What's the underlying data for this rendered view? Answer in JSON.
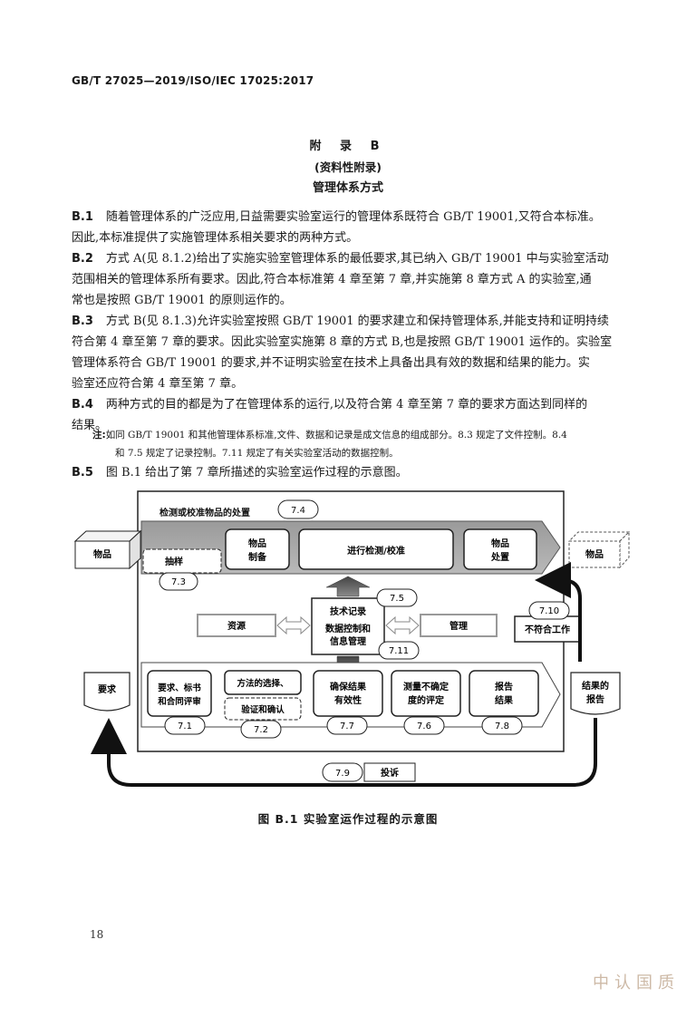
{
  "header": {
    "standard": "GB/T 27025—2019/ISO/IEC 17025:2017"
  },
  "appendix": {
    "title": "附 录 B",
    "subtitle": "(资料性附录)",
    "name": "管理体系方式"
  },
  "paragraphs": [
    {
      "num": "B.1",
      "lines": [
        "随着管理体系的广泛应用,日益需要实验室运行的管理体系既符合 GB/T 19001,又符合本标准。",
        "因此,本标准提供了实施管理体系相关要求的两种方式。"
      ]
    },
    {
      "num": "B.2",
      "lines": [
        "方式 A(见 8.1.2)给出了实施实验室管理体系的最低要求,其已纳入 GB/T 19001 中与实验室活动",
        "范围相关的管理体系所有要求。因此,符合本标准第 4 章至第 7 章,并实施第 8 章方式 A 的实验室,通",
        "常也是按照 GB/T 19001 的原则运作的。"
      ]
    },
    {
      "num": "B.3",
      "lines": [
        "方式 B(见 8.1.3)允许实验室按照 GB/T 19001 的要求建立和保持管理体系,并能支持和证明持续",
        "符合第 4 章至第 7 章的要求。因此实验室实施第 8 章的方式 B,也是按照 GB/T 19001 运作的。实验室",
        "管理体系符合 GB/T 19001 的要求,并不证明实验室在技术上具备出具有效的数据和结果的能力。实",
        "验室还应符合第 4 章至第 7 章。"
      ]
    },
    {
      "num": "B.4",
      "lines": [
        "两种方式的目的都是为了在管理体系的运行,以及符合第 4 章至第 7 章的要求方面达到同样的",
        "结果。"
      ]
    }
  ],
  "note": {
    "label": "注:",
    "lines": [
      "如同 GB/T 19001 和其他管理体系标准,文件、数据和记录是成文信息的组成部分。8.3 规定了文件控制。8.4",
      "和 7.5 规定了记录控制。7.11 规定了有关实验室活动的数据控制。"
    ]
  },
  "b5": {
    "num": "B.5",
    "text": "图 B.1 给出了第 7 章所描述的实验室运作过程的示意图。"
  },
  "diagram": {
    "top_band_title": "检测或校准物品的处置",
    "top_band_clause": "7.4",
    "item_in": "物品",
    "item_out": "物品",
    "sampling": "抽样",
    "sampling_clause": "7.3",
    "prep_line1": "物品",
    "prep_line2": "制备",
    "testing": "进行检测/校准",
    "disposal_line1": "物品",
    "disposal_line2": "处置",
    "tech_records": "技术记录",
    "tech_records_clause": "7.5",
    "data_line1": "数据控制和",
    "data_line2": "信息管理",
    "data_clause": "7.11",
    "resources": "资源",
    "management": "管理",
    "nonconforming": "不符合工作",
    "nonconforming_clause": "7.10",
    "requirements": "要求",
    "results_report_line1": "结果的",
    "results_report_line2": "报告",
    "review_line1": "要求、标书",
    "review_line2": "和合同评审",
    "review_clause": "7.1",
    "method_line1": "方法的选择、",
    "method_line2": "验证和确认",
    "method_clause": "7.2",
    "validity_line1": "确保结果",
    "validity_line2": "有效性",
    "validity_clause": "7.7",
    "uncert_line1": "测量不确定",
    "uncert_line2": "度的评定",
    "uncert_clause": "7.6",
    "report_line1": "报告",
    "report_line2": "结果",
    "report_clause": "7.8",
    "complaints": "投诉",
    "complaints_clause": "7.9"
  },
  "figure_caption": "图 B.1 实验室运作过程的示意图",
  "page_number": "18",
  "watermark": "中认国质"
}
